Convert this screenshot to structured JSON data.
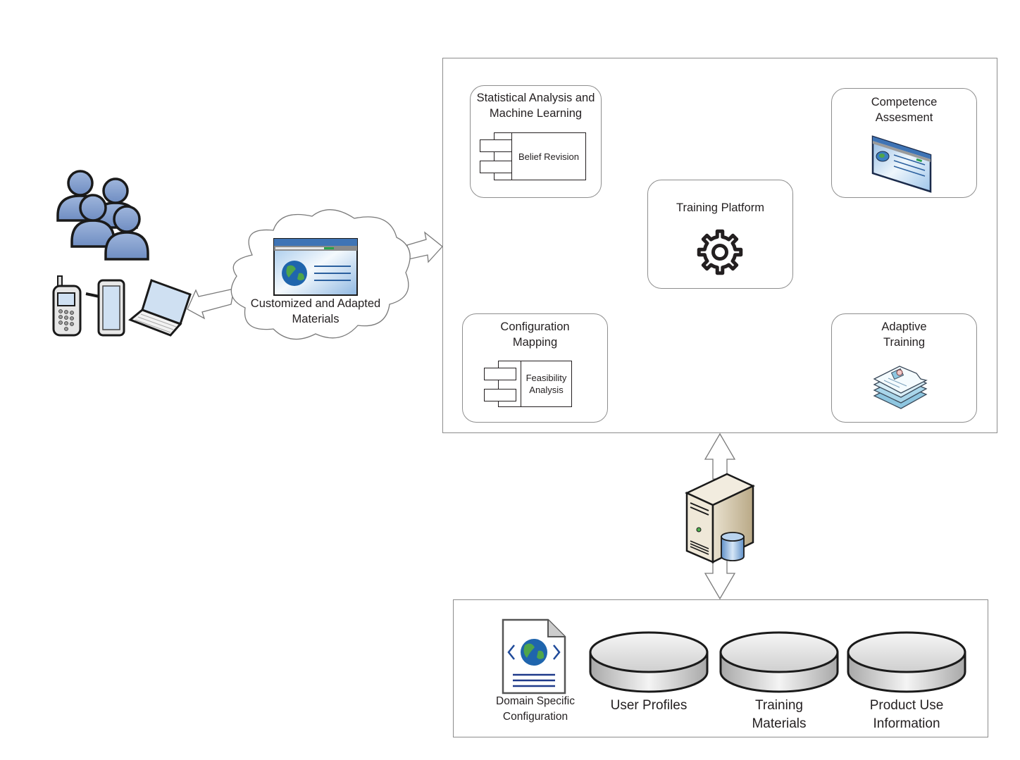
{
  "diagram": {
    "users": {
      "icon": "user-group-icon"
    },
    "devices": [
      {
        "name": "mobile-phone",
        "icon": "mobile-phone-icon"
      },
      {
        "name": "tablet",
        "icon": "tablet-icon"
      },
      {
        "name": "laptop",
        "icon": "laptop-icon"
      }
    ],
    "cloud": {
      "label": "Customized and Adapted\nMaterials",
      "icon": "web-page-globe-icon"
    },
    "platform_frame": {
      "modules": {
        "statistical": {
          "title": "Statistical Analysis and\nMachine Learning",
          "component": "Belief Revision"
        },
        "competence": {
          "title": "Competence\nAssesment",
          "icon": "web-page-screen-icon"
        },
        "core": {
          "title": "Training Platform",
          "icon": "gear-icon"
        },
        "configuration": {
          "title": "Configuration\nMapping",
          "component": "Feasibility\nAnalysis"
        },
        "adaptive": {
          "title": "Adaptive\nTraining",
          "icon": "document-stack-icon"
        }
      }
    },
    "server": {
      "icon": "server-database-icon"
    },
    "storage": {
      "items": [
        {
          "label": "Domain Specific\nConfiguration",
          "icon": "web-document-icon"
        },
        {
          "label": "User Profiles",
          "icon": "database-disk-icon"
        },
        {
          "label": "Training\nMaterials",
          "icon": "database-disk-icon"
        },
        {
          "label": "Product Use\nInformation",
          "icon": "database-disk-icon"
        }
      ]
    },
    "colors": {
      "line": "#231f20",
      "frame_border": "#8c8c8c",
      "user_fill": "#7f9ccc",
      "screen_blue": "#3f74b5",
      "globe_blue": "#1f65ad",
      "globe_green": "#4fa54a",
      "server_beige": "#d8ccb2",
      "db_blue": "#7fa8d8"
    }
  }
}
